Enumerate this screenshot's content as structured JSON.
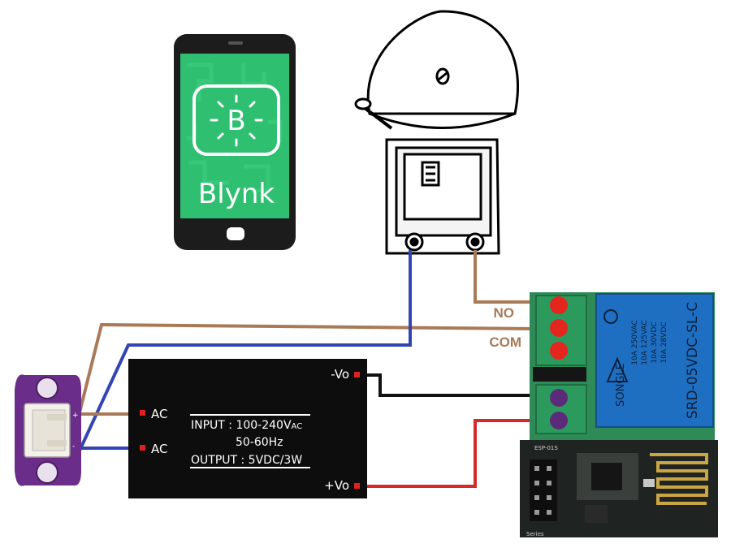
{
  "phone": {
    "app_name": "Blynk",
    "logo_letter": "B",
    "screen_color": "#2fbf71",
    "body_color": "#1c1c1c"
  },
  "bell": {
    "icon": "electric-bell-icon"
  },
  "psu": {
    "input_line1": "INPUT : 100-240V",
    "input_ac_suffix": "AC",
    "input_line2": "50-60Hz",
    "output_line": "OUTPUT : 5VDC/3W",
    "ac_label_1": "AC",
    "ac_label_2": "AC",
    "neg_label": "-Vo",
    "pos_label": "+Vo"
  },
  "relay": {
    "model_line1": "SRD-05VDC-SL-C",
    "brand": "SONGLE",
    "rating1": "10A 250VAC",
    "rating2": "10A 125VAC",
    "rating3": "10A 30VDC",
    "rating4": "10A 28VDC",
    "no_label": "NO",
    "com_label": "COM",
    "board_color": "#2e8b57",
    "relay_color": "#1e6fc2"
  },
  "esp": {
    "label": "ESP-01S",
    "series_label": "Series"
  },
  "plug": {
    "plus_label": "+",
    "minus_label": "-",
    "board_color": "#6b2d8a"
  },
  "wires": {
    "brown": "#a97a57",
    "blue": "#3345b5",
    "black": "#111111",
    "red": "#d42a2a"
  }
}
